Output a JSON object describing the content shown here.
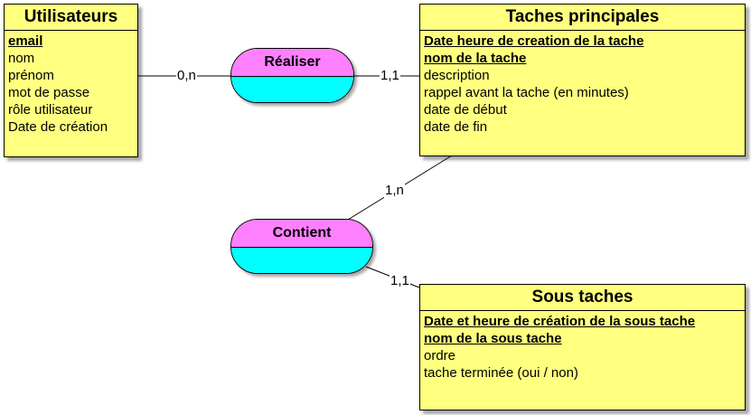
{
  "colors": {
    "entity_bg": "#ffff80",
    "relation_top": "#ff80ff",
    "relation_bottom": "#00ffff",
    "line": "#000000"
  },
  "entities": {
    "utilisateurs": {
      "title": "Utilisateurs",
      "keys": [
        "email"
      ],
      "attributes": [
        "nom",
        "prénom",
        "mot de passe",
        "rôle utilisateur",
        "Date de création"
      ]
    },
    "taches_principales": {
      "title": "Taches principales",
      "keys": [
        "Date heure de creation de la tache",
        "nom de la tache"
      ],
      "attributes": [
        "description",
        "rappel avant la tache (en minutes)",
        "date de début",
        "date de fin"
      ]
    },
    "sous_taches": {
      "title": "Sous taches",
      "keys": [
        "Date et heure de création de la sous tache",
        "nom de la sous tache"
      ],
      "attributes": [
        "ordre",
        "tache terminée (oui / non)"
      ]
    }
  },
  "relations": {
    "realiser": {
      "label": "Réaliser",
      "card_left": "0,n",
      "card_right": "1,1"
    },
    "contient": {
      "label": "Contient",
      "card_top": "1,n",
      "card_bottom": "1,1"
    }
  }
}
